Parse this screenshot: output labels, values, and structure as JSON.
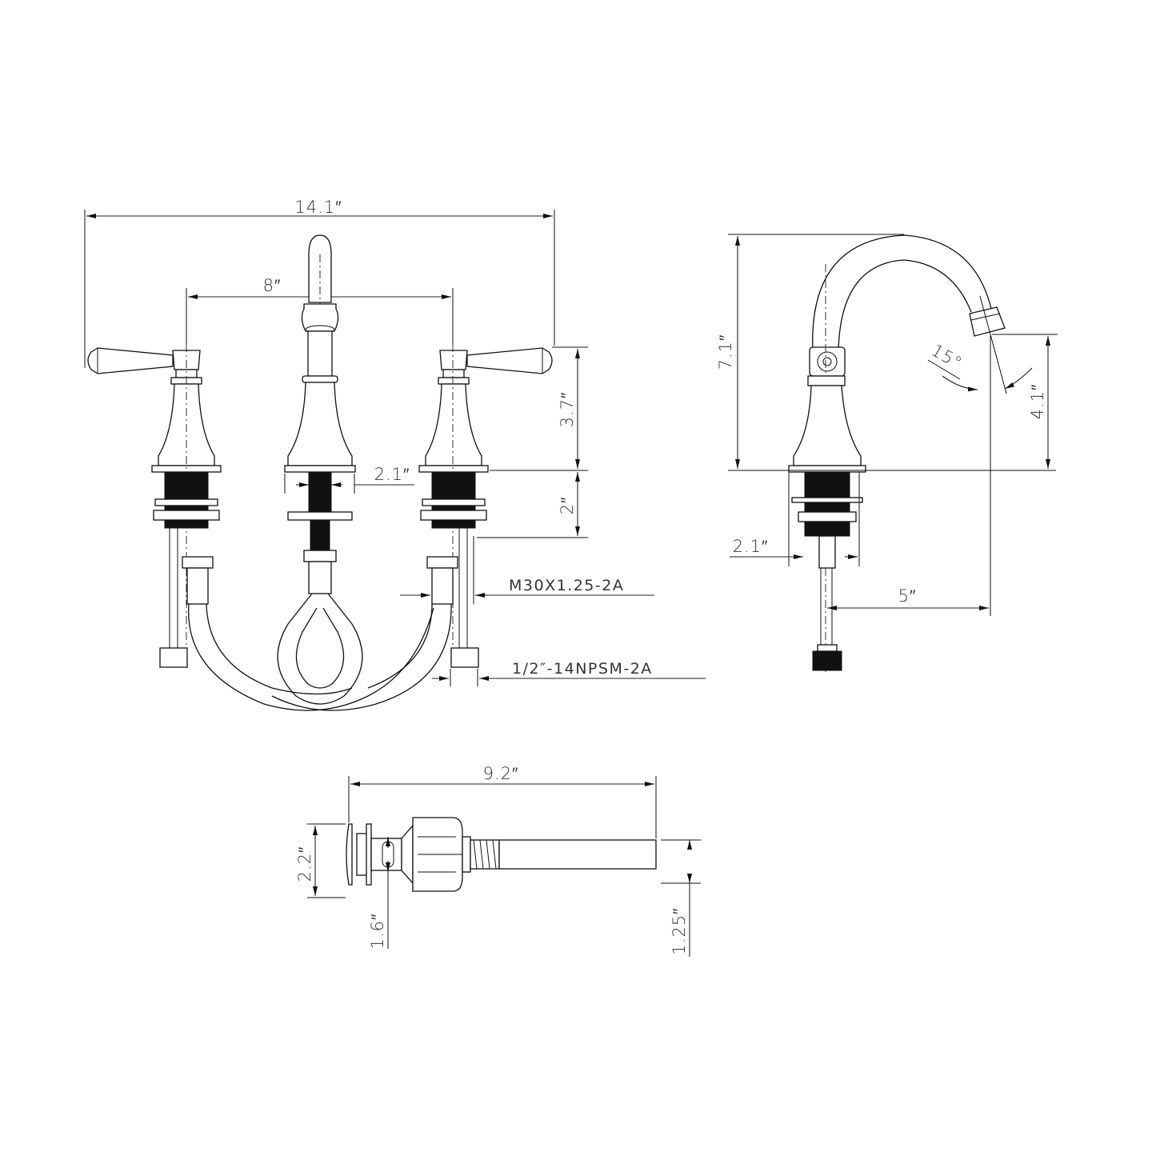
{
  "drawing": {
    "title": "Widespread bathroom faucet dimension drawing",
    "line_color": "#111111",
    "background": "#ffffff",
    "units": "inches"
  },
  "front_view": {
    "overall_width": "14.1″",
    "handle_spread": "8″",
    "handle_height": "3.7″",
    "shank_length": "2″",
    "spout_base_diameter": "2.1″",
    "shank_thread": "M30X1.25-2A",
    "inlet_thread": "1/2″-14NPSM-2A"
  },
  "side_view": {
    "overall_height": "7.1″",
    "spout_clearance": "4.1″",
    "spout_angle": "15°",
    "base_diameter": "2.1″",
    "spout_reach": "5″"
  },
  "drain_view": {
    "overall_length": "9.2″",
    "flange_diameter": "2.2″",
    "overflow_width": "1.6″",
    "tailpiece_diameter": "1.25″"
  }
}
